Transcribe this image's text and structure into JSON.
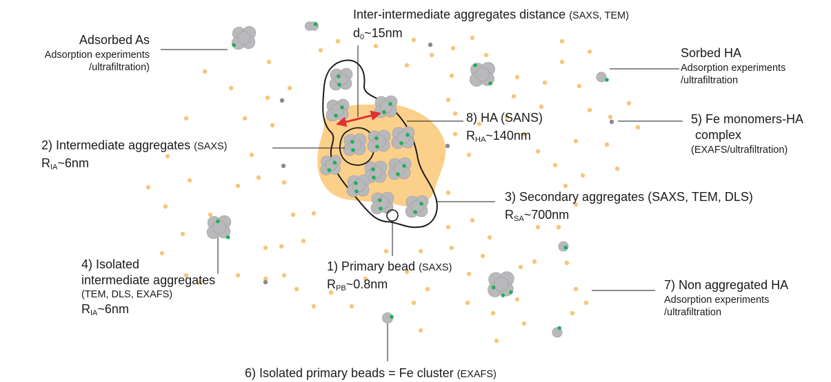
{
  "labels": {
    "inter_distance": {
      "title_main": "Inter-intermediate aggregates distance",
      "title_methods": "(SAXS, TEM)",
      "param_prefix": "d",
      "param_sub": "0",
      "param_value": "~15nm"
    },
    "adsorbed_as": {
      "line1": "Adsorbed As",
      "line2": "Adsorption experiments",
      "line3": "/ultrafiltration)"
    },
    "sorbed_ha": {
      "line1": "Sorbed HA",
      "line2": "Adsorption experiments",
      "line3": "/ultrafiltration"
    },
    "ha_sans": {
      "title_main": "8) HA",
      "title_methods": "(SANS)",
      "param_prefix": "R",
      "param_sub": "HA",
      "param_value": "~140nm"
    },
    "fe_monomers": {
      "line1": "5) Fe monomers-HA",
      "line2": "complex",
      "line3": "(EXAFS/ultrafiltration)"
    },
    "intermediate": {
      "title_main": "2) Intermediate aggregates",
      "title_methods": "(SAXS)",
      "param_prefix": "R",
      "param_sub": "IA",
      "param_value": "~6nm"
    },
    "secondary": {
      "title_main": "3) Secondary aggregates",
      "title_methods": "(SAXS, TEM, DLS)",
      "param_prefix": "R",
      "param_sub": "SA",
      "param_value": "~700nm"
    },
    "isolated_intermediate": {
      "line1": "4) Isolated",
      "line2": "intermediate aggregates",
      "line3": "(TEM, DLS, EXAFS)",
      "param_prefix": "R",
      "param_sub": "IA",
      "param_value": "~6nm"
    },
    "primary_bead": {
      "title_main": "1) Primary bead",
      "title_methods": "(SAXS)",
      "param_prefix": "R",
      "param_sub": "PB",
      "param_value": "~0.8nm"
    },
    "non_aggregated": {
      "line1": "7) Non aggregated HA",
      "line2": "Adsorption experiments",
      "line3": "/ultrafiltration"
    },
    "isolated_primary": {
      "title_main": "6) Isolated primary beads = Fe cluster",
      "title_methods": "(EXAFS)"
    }
  },
  "colors": {
    "ha_fill": "#fbd08a",
    "ha_dot": "#f7c57a",
    "bead": "#b9b9bb",
    "bead_stroke": "#9b9b9e",
    "green": "#1bb05a",
    "arrow": "#e0302f",
    "outline": "#1a1a1a",
    "small_grey": "#8a8a8a"
  }
}
